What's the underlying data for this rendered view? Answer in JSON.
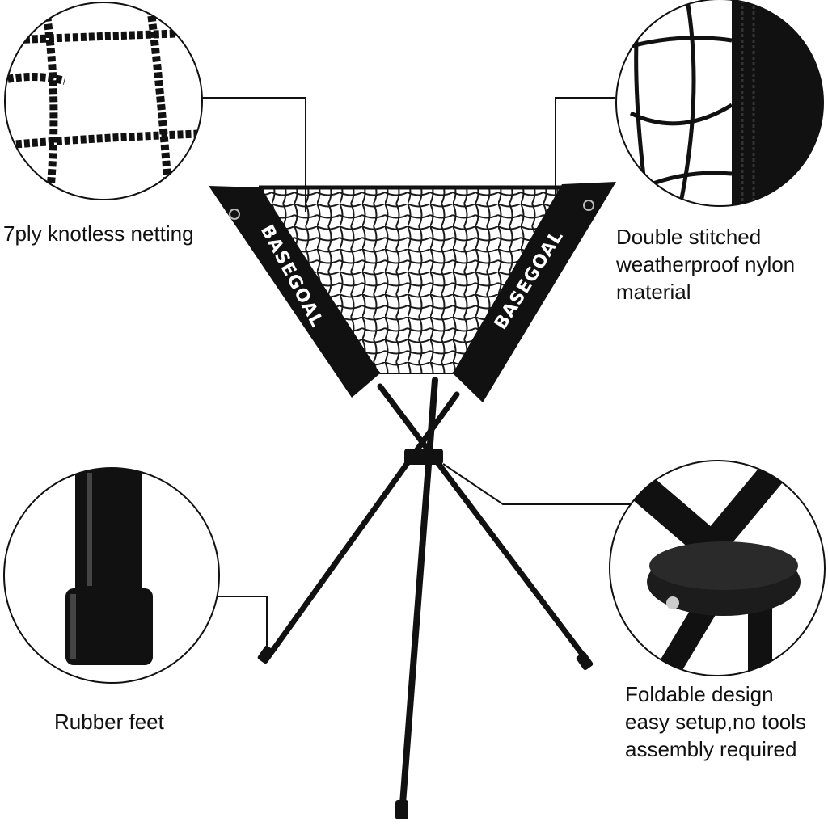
{
  "product": {
    "brand_logo": "BASEGOAL",
    "colors": {
      "frame": "#111111",
      "net": "#1a1a1a",
      "background": "#ffffff"
    }
  },
  "callouts": {
    "netting": {
      "text": "7ply knotless netting"
    },
    "nylon": {
      "lines": [
        "Double stitched",
        "weatherproof nylon",
        "material"
      ]
    },
    "feet": {
      "text": "Rubber feet"
    },
    "foldable": {
      "lines": [
        "Foldable design",
        "easy setup,no tools",
        "assembly required"
      ]
    }
  }
}
